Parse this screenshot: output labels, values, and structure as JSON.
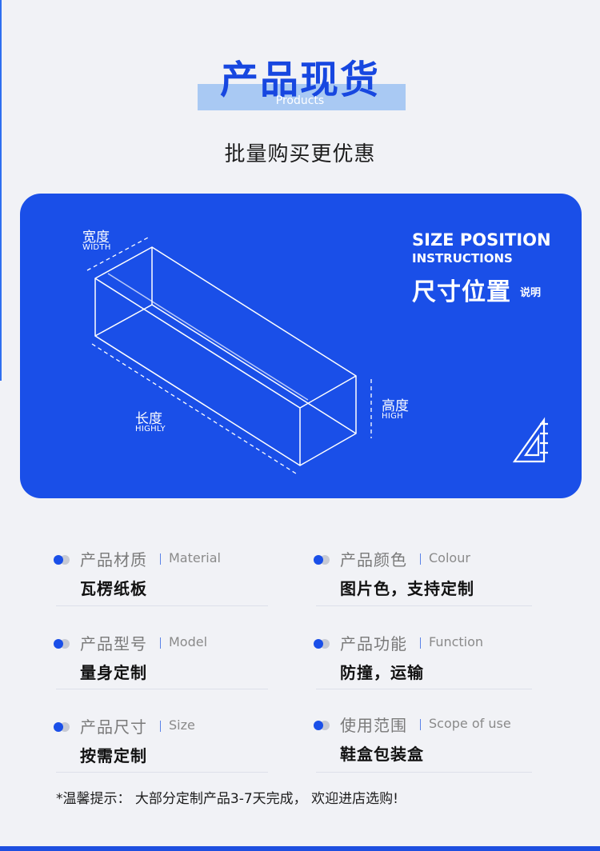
{
  "header": {
    "title": "产品现货",
    "title_en": "Products",
    "subtitle": "批量购买更优惠"
  },
  "panel": {
    "width_cn": "宽度",
    "width_en": "WIDTH",
    "length_cn": "长度",
    "length_en": "HIGHLY",
    "height_cn": "高度",
    "height_en": "HIGH",
    "size_en_line1": "SIZE POSITION",
    "size_en_line2": "INSTRUCTIONS",
    "size_cn": "尺寸位置",
    "size_cn_small": "说明",
    "icon": "triangle-ruler-icon",
    "colors": {
      "panel": "#1a4fe8",
      "title": "#1747e0",
      "band": "#a9c9f3"
    }
  },
  "specs": [
    {
      "label": "产品材质",
      "label_en": "Material",
      "value": "瓦楞纸板"
    },
    {
      "label": "产品颜色",
      "label_en": "Colour",
      "value": "图片色，支持定制"
    },
    {
      "label": "产品型号",
      "label_en": "Model",
      "value": "量身定制"
    },
    {
      "label": "产品功能",
      "label_en": "Function",
      "value": "防撞，运输"
    },
    {
      "label": "产品尺寸",
      "label_en": "Size",
      "value": "按需定制"
    },
    {
      "label": "使用范围",
      "label_en": "Scope of use",
      "value": "鞋盒包装盒"
    }
  ],
  "note": "*温馨提示：  大部分定制产品3-7天完成，  欢迎进店选购!"
}
